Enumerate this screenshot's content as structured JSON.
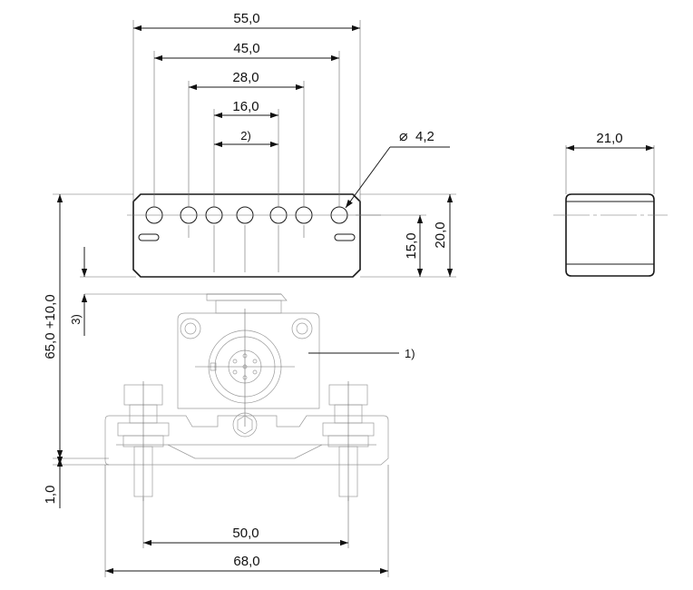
{
  "dimensions": {
    "bracket_width": "55,0",
    "hole_span_outer": "45,0",
    "hole_span_mid": "28,0",
    "hole_span_inner": "16,0",
    "note_2": "2)",
    "hole_diameter_symbol": "⌀",
    "hole_diameter": "4,2",
    "side_width": "21,0",
    "hole_height": "15,0",
    "bracket_height": "20,0",
    "overall_height": "65,0 +10,0",
    "note_3": "3)",
    "offset": "1,0",
    "mount_span": "50,0",
    "overall_width": "68,0"
  },
  "callouts": {
    "note_1": "1)"
  }
}
